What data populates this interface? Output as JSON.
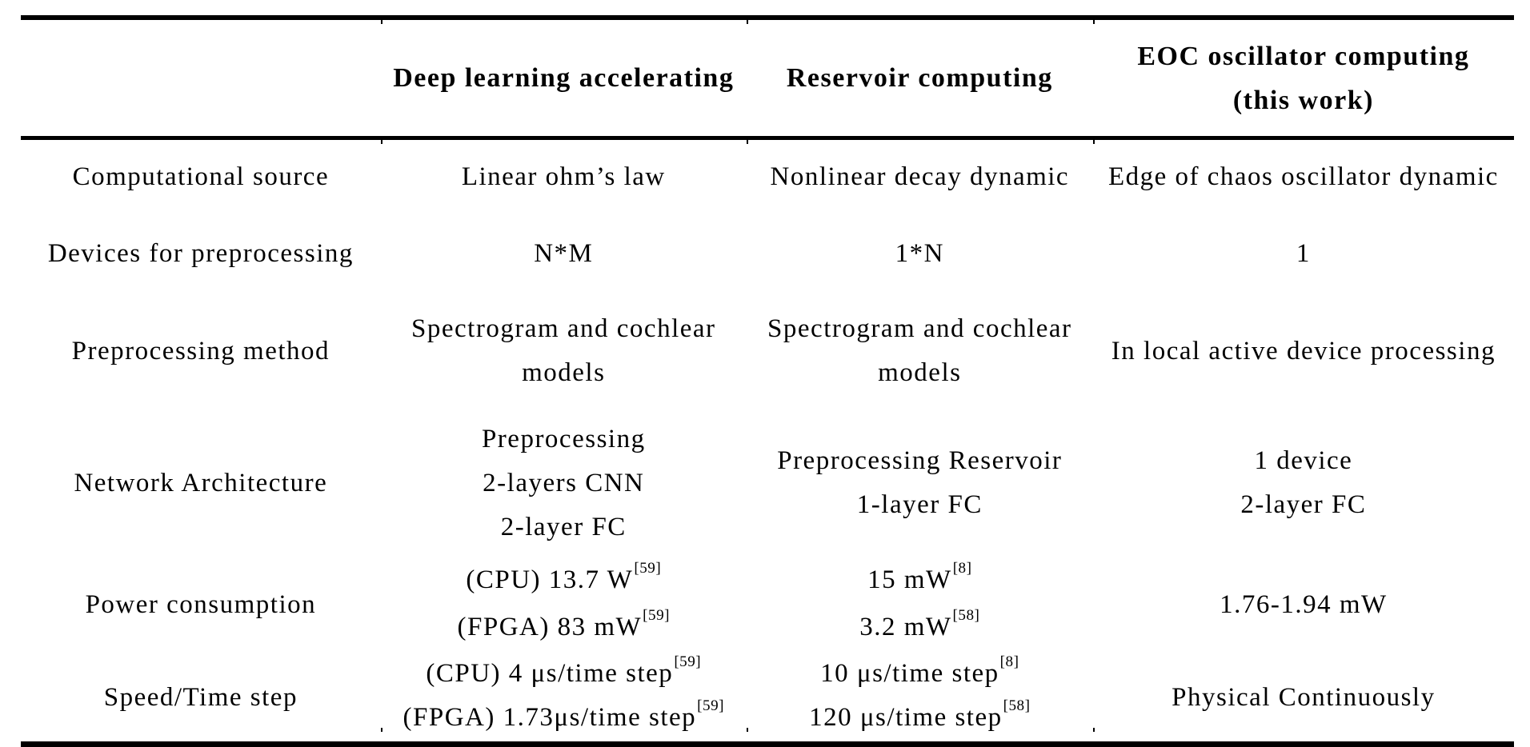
{
  "colors": {
    "background": "#ffffff",
    "text": "#000000",
    "rule": "#000000"
  },
  "table": {
    "header": {
      "columns": [
        {
          "lines": [
            ""
          ]
        },
        {
          "lines": [
            "Deep learning accelerating"
          ]
        },
        {
          "lines": [
            "Reservoir computing"
          ]
        },
        {
          "lines": [
            "EOC oscillator computing",
            "(this work)"
          ]
        }
      ]
    },
    "rows": [
      {
        "label": "Computational source",
        "cells": [
          [
            {
              "text": "Linear ohm’s law"
            }
          ],
          [
            {
              "text": "Nonlinear decay dynamic"
            }
          ],
          [
            {
              "text": "Edge of chaos oscillator dynamic"
            }
          ]
        ]
      },
      {
        "label": "Devices for preprocessing",
        "cells": [
          [
            {
              "text": "N*M"
            }
          ],
          [
            {
              "text": "1*N"
            }
          ],
          [
            {
              "text": "1"
            }
          ]
        ]
      },
      {
        "label": "Preprocessing method",
        "cells": [
          [
            {
              "text": "Spectrogram and cochlear"
            },
            {
              "text": "models"
            }
          ],
          [
            {
              "text": "Spectrogram and cochlear"
            },
            {
              "text": "models"
            }
          ],
          [
            {
              "text": "In local active device processing"
            }
          ]
        ]
      },
      {
        "label": "Network Architecture",
        "cells": [
          [
            {
              "text": "Preprocessing"
            },
            {
              "text": "2-layers CNN"
            },
            {
              "text": "2-layer FC"
            }
          ],
          [
            {
              "text": "Preprocessing Reservoir"
            },
            {
              "text": "1-layer FC"
            }
          ],
          [
            {
              "text": "1 device"
            },
            {
              "text": "2-layer FC"
            }
          ]
        ]
      },
      {
        "label": "Power consumption",
        "cells": [
          [
            {
              "text": "(CPU) 13.7 W",
              "sup": "[59]"
            },
            {
              "text": "(FPGA) 83 mW",
              "sup": "[59]"
            }
          ],
          [
            {
              "text": "15 mW",
              "sup": "[8]"
            },
            {
              "text": "3.2 mW",
              "sup": "[58]"
            }
          ],
          [
            {
              "text": "1.76-1.94 mW"
            }
          ]
        ]
      },
      {
        "label": "Speed/Time step",
        "cells": [
          [
            {
              "text": "(CPU) 4 μs/time step",
              "sup": "[59]"
            },
            {
              "text": "(FPGA) 1.73μs/time step",
              "sup": "[59]"
            }
          ],
          [
            {
              "text": "10 μs/time step",
              "sup": "[8]"
            },
            {
              "text": "120 μs/time step",
              "sup": "[58]"
            }
          ],
          [
            {
              "text": "Physical Continuously"
            }
          ]
        ]
      }
    ]
  }
}
